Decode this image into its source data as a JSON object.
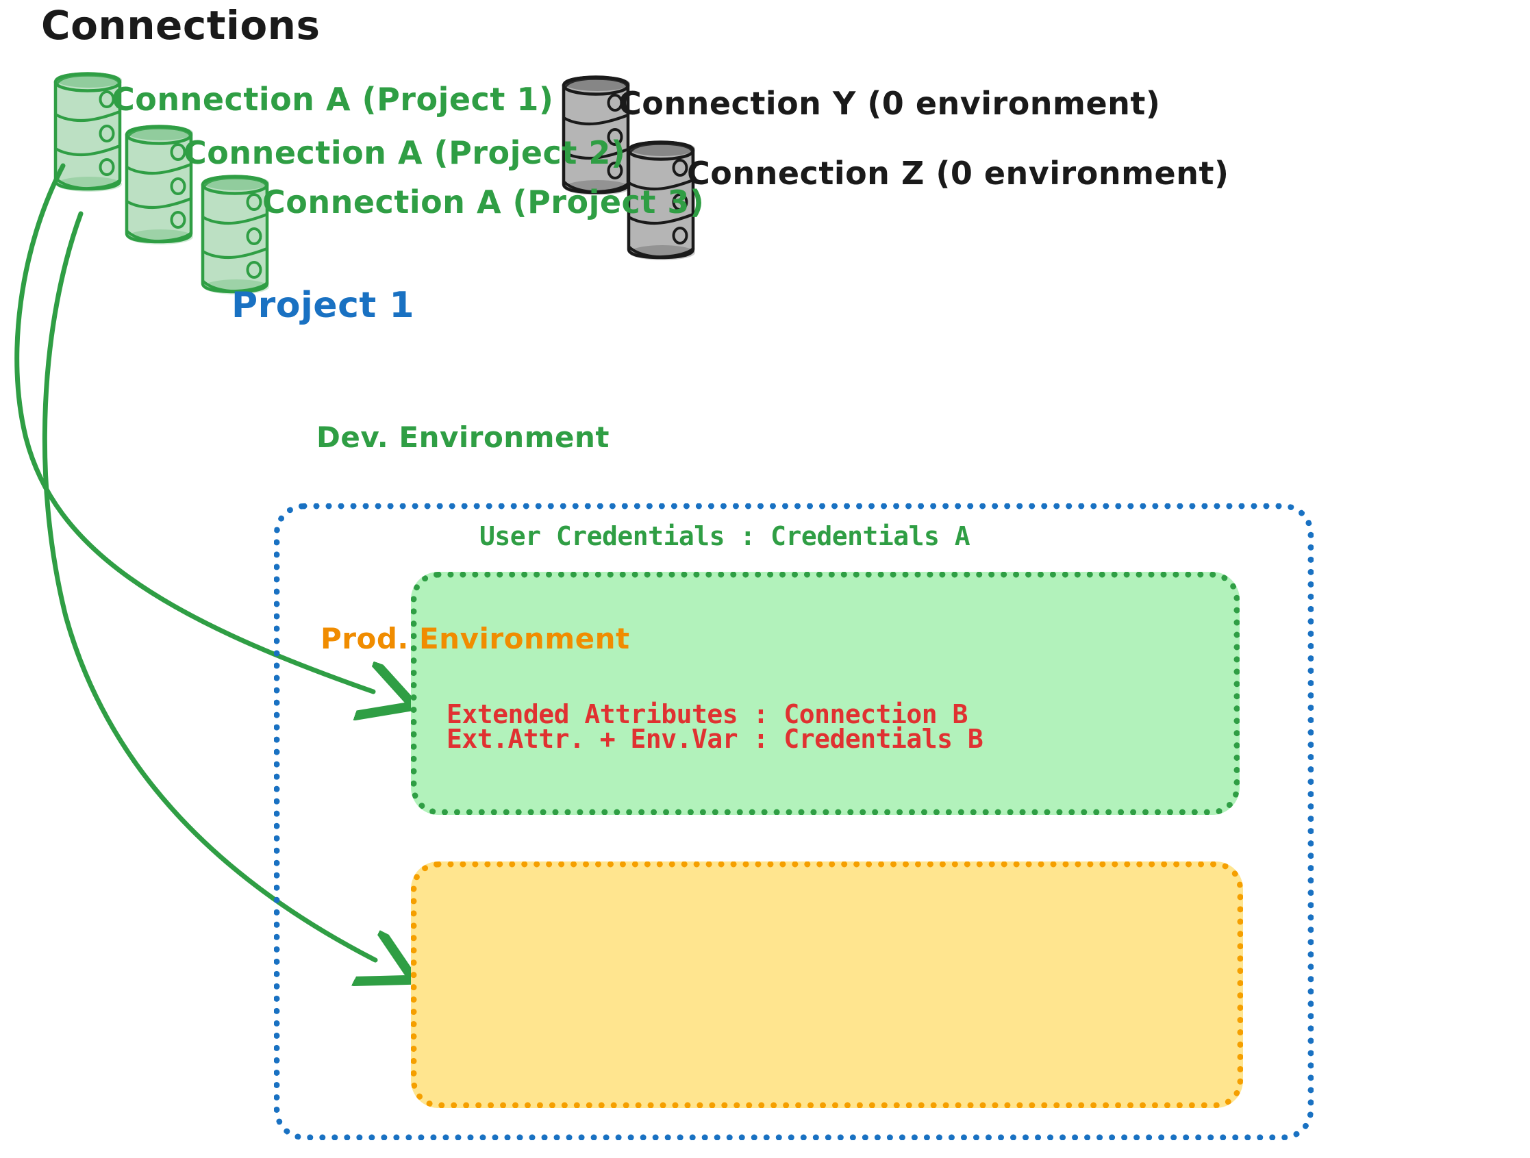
{
  "diagram": {
    "title": "Connections",
    "colors": {
      "green_stroke": "#2f9e44",
      "green_fill": "#b2f2bb",
      "gray_stroke": "#1a1a1a",
      "gray_fill": "#ced4da",
      "blue": "#1971c2",
      "orange": "#f59f00",
      "orange_text": "#f08c00",
      "red": "#e03131",
      "background": "#ffffff"
    },
    "connections_group": {
      "heading": "Connections",
      "green_connections": [
        {
          "icon": "database-cylinder-icon",
          "label": "Connection A (Project 1)"
        },
        {
          "icon": "database-cylinder-icon",
          "label": "Connection A (Project 2)"
        },
        {
          "icon": "database-cylinder-icon",
          "label": "Connection A (Project 3)"
        }
      ],
      "gray_connections": [
        {
          "icon": "database-cylinder-icon",
          "label": "Connection Y (0 environment)"
        },
        {
          "icon": "database-cylinder-icon",
          "label": "Connection Z (0 environment)"
        }
      ]
    },
    "project": {
      "title": "Project 1",
      "environments": [
        {
          "name": "Dev. Environment",
          "color": "#2f9e44",
          "fill": "#b2f2bb",
          "entries": [
            "User Credentials : Credentials A"
          ]
        },
        {
          "name": "Prod. Environment",
          "color": "#f08c00",
          "fill": "#ffe58f",
          "entries": [
            "Extended Attributes : Connection B",
            "Ext.Attr. + Env.Var : Credentials B"
          ]
        }
      ]
    },
    "arrows": [
      {
        "name": "arrow-connection-a-to-dev-env",
        "from": "Connection A (Project 1)",
        "to": "Dev. Environment"
      },
      {
        "name": "arrow-connection-a-to-prod-env",
        "from": "Connection A (Project 1)",
        "to": "Prod. Environment"
      }
    ]
  }
}
